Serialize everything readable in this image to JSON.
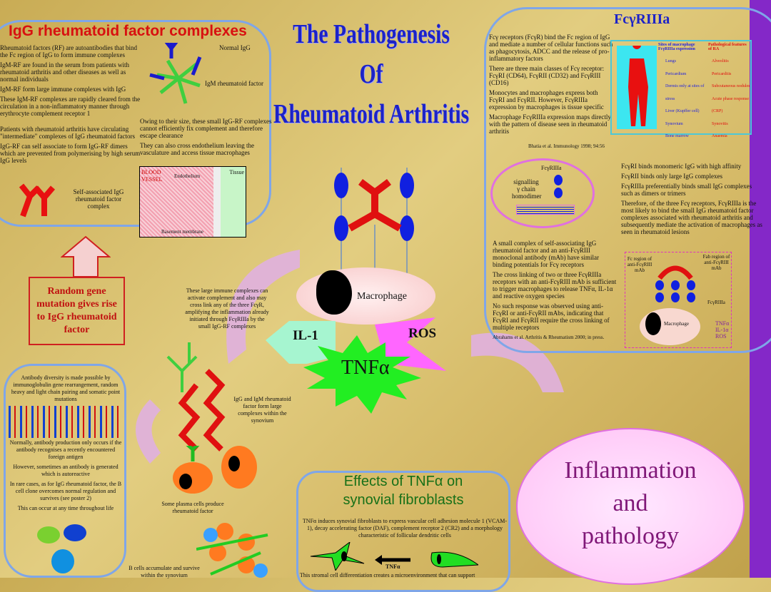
{
  "title": {
    "line1": "The Pathogenesis",
    "line2": "Of",
    "line3": "Rheumatoid Arthritis"
  },
  "igg_panel": {
    "heading": "IgG rheumatoid factor complexes",
    "paras": [
      "Rheumatoid factors (RF) are autoantibodies that bind the Fc region of IgG to form immune complexes",
      "IgM-RF are found in the serum from patients with rheumatoid arthritis and other diseases as well as normal individuals",
      "IgM-RF form large immune complexes with IgG",
      "These IgM-RF complexes are rapidly cleared from the circulation in a non-inflammatory manner through erythrocyte complement receptor 1",
      "Patients with rheumatoid arthritis have circulating \"intermediate\" complexes of IgG rheumatoid factors",
      "IgG-RF can self associate to form IgG-RF dimers which are prevented from polymerising by high serum IgG levels"
    ],
    "normal_igg": "Normal IgG",
    "igm_rf": "IgM rheumatoid factor",
    "size_paras": [
      "Owing to their size, these small IgG-RF complexes cannot efficiently fix complement and therefore escape clearance",
      "They can also cross endothelium leaving the vasculature and access tissue macrophages"
    ],
    "self_assoc": "Self-associated IgG rheumatoid factor complex",
    "blood_vessel": "BLOOD VESSEL",
    "endothelium": "Endothelium",
    "tissue": "Tissue",
    "basement": "Basement membrane"
  },
  "random_box": "Random gene mutation gives rise to IgG rheumatoid factor",
  "fc_panel": {
    "heading": "FcγRIIIa",
    "paras": [
      "Fcγ receptors (FcγR) bind the Fc region of IgG and mediate a number of cellular functions such as phagocytosis, ADCC and the release of pro-inflammatory factors",
      "There are three main classes of Fcγ receptor: FcγRI (CD64), FcγRII (CD32) and FcγRIII (CD16)",
      "Monocytes and macrophages express both FcγRI and FcγRII. However, FcγRIIIa expression by macrophages is tissue specific",
      "Macrophage FcγRIIIa expression maps directly with the pattern of disease seen in rheumatoid arthritis"
    ],
    "citation": "Bhatia et al. Immunology 1998; 94:56",
    "body_header_left": "Sites of macrophage FcγRIIIa expression",
    "body_header_right": "Pathological features of RA",
    "sites": [
      "Lungs",
      "Pericardium",
      "Dermis only at sites of stress",
      "Liver (Kupffer cell)",
      "Synovium",
      "Bone marrow"
    ],
    "features": [
      "Alveolitis",
      "Pericarditis",
      "Subcutaneous nodules",
      "Acute phase response (CRP)",
      "Synovitis",
      "Anaemia"
    ],
    "receptor_label": "FcγRIIIa",
    "signalling": "signalling γ chain homodimer",
    "right_paras": [
      "FcγRI binds monomeric IgG with high affinity",
      "FcγRII binds only large IgG complexes",
      "FcγRIIIa preferentially binds small IgG complexes such as dimers or trimers",
      "Therefore, of the three Fcγ receptors, FcγRIIIa is the most likely to bind the small IgG rheumatoid factor complexes associated with rheumatoid arthritis and subsequently mediate the activation of macrophages as seen in rheumatoid lesions"
    ],
    "lower_paras": [
      "A small complex of self-associating IgG rheumatoid factor and an anti-FcγRIII monoclonal antibody (mAb) have similar binding potentials for Fcγ receptors",
      "The cross linking of two or three FcγRIIIa receptors with an anti-FcγRIII mAb is sufficient to trigger macrophages to release TNFα, IL-1α and reactive oxygen species",
      "No such response was observed using anti-FcγRI or anti-FcγRII mAbs, indicating that FcγRI and FcγRII require the cross linking of multiple receptors"
    ],
    "citation2": "Abrahams et al. Arthritis & Rheumatism 2000; in press.",
    "fc_region": "Fc region of anti-FcγRIII mAb",
    "fab_region": "Fab region of anti-FcγRIII mAb",
    "fcgr3a": "FcγRIIIa",
    "macrophage": "Macrophage",
    "outputs": [
      "TNFα",
      "IL-1α",
      "ROS"
    ]
  },
  "center": {
    "macrophage": "Macrophage",
    "il1": "IL-1",
    "ros": "ROS",
    "tnf": "TNFα",
    "complex_text": "These large immune complexes can activate complement and also may cross link any of the three FcγR, amplifying the inflammation already initiated through FcγRIIIa by the small IgG-RF complexes",
    "igg_igm": "IgG and IgM rheumatoid factor form large complexes within the synovium",
    "plasma": "Some plasma cells produce rheumatoid factor",
    "bcells": "B cells accumulate and survive within the synovium"
  },
  "diversity_panel": {
    "paras": [
      "Antibody diversity is made possible by immunoglobulin gene rearrangement, random heavy and light chain pairing and somatic point mutations",
      "Normally, antibody production only occurs if the antibody recognises a recently encountered foreign antigen",
      "However, sometimes an antibody is generated which is autoreactive",
      "In rare cases, as for IgG rheumatoid factor, the B cell clone overcomes normal regulation and survives (see poster 2)",
      "This can occur at any time throughout life"
    ]
  },
  "tnf_panel": {
    "heading1": "Effects of TNFα on",
    "heading2": "synovial fibroblasts",
    "text": "TNFα induces synovial fibroblasts to express vascular cell adhesion molecule 1 (VCAM-1), decay accelerating factor (DAF), complement receptor 2 (CR2) and a morphology characteristic of follicular dendritic cells",
    "arrow_label": "TNFα",
    "bottom": "This stromal cell differentiation creates a microenvironment that can support"
  },
  "inflammation": {
    "line1": "Inflammation",
    "line2": "and",
    "line3": "pathology"
  }
}
